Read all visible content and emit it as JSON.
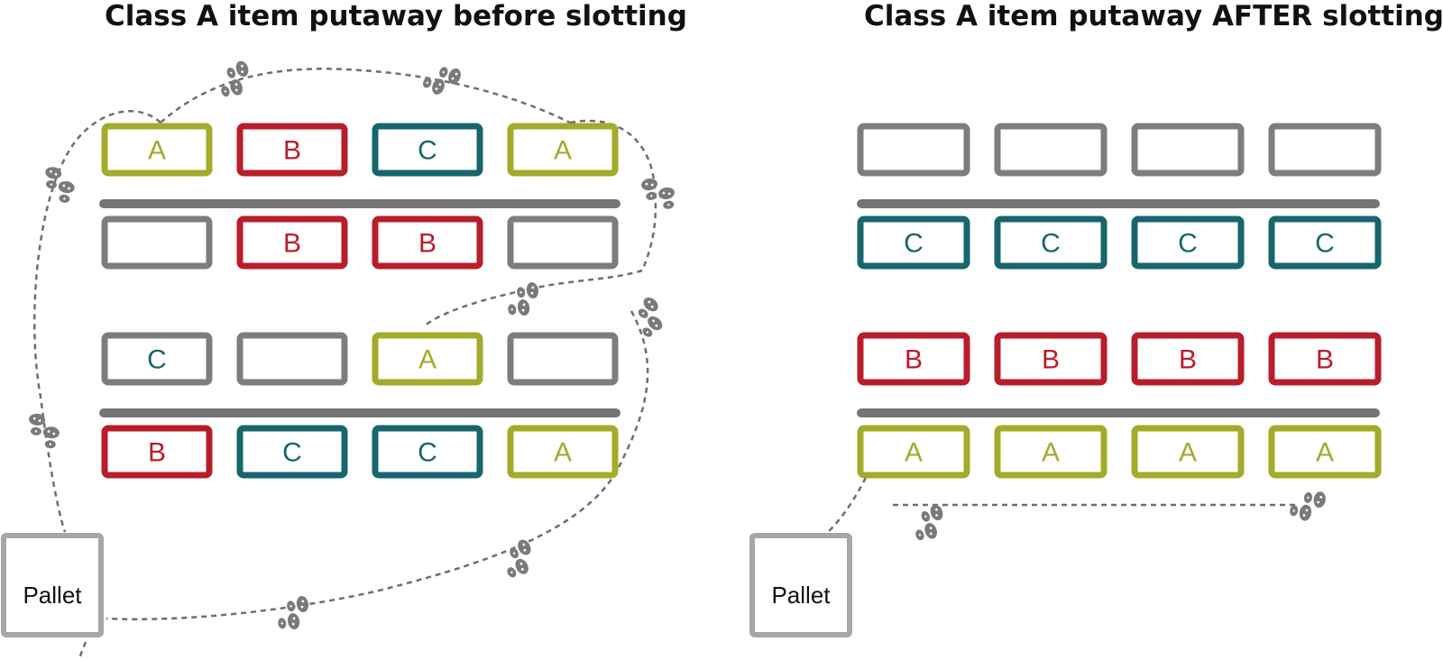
{
  "colors": {
    "A": "#a3ab2a",
    "B": "#b81d2b",
    "C": "#17666c",
    "empty": "#7d7d7f",
    "shelf": "#757577",
    "pallet": "#a7a7a9",
    "path": "#6e6e70",
    "footprint": "#7a7a7c"
  },
  "panels": [
    {
      "id": "before",
      "title": "Class A item putaway before slotting",
      "rows": [
        [
          "A",
          "B",
          "C",
          "A"
        ],
        [
          "",
          "B",
          "B",
          ""
        ],
        [
          "C",
          "",
          "A",
          ""
        ],
        [
          "B",
          "C",
          "C",
          "A"
        ]
      ],
      "row_outline": [
        [
          "A",
          "B",
          "C",
          "A"
        ],
        [
          "empty",
          "B",
          "B",
          "empty"
        ],
        [
          "empty",
          "empty",
          "A",
          "empty"
        ],
        [
          "B",
          "C",
          "C",
          "A"
        ]
      ],
      "pallet_label": "Pallet"
    },
    {
      "id": "after",
      "title": "Class A item putaway AFTER slotting",
      "rows": [
        [
          "",
          "",
          "",
          ""
        ],
        [
          "C",
          "C",
          "C",
          "C"
        ],
        [
          "B",
          "B",
          "B",
          "B"
        ],
        [
          "A",
          "A",
          "A",
          "A"
        ]
      ],
      "row_outline": [
        [
          "empty",
          "empty",
          "empty",
          "empty"
        ],
        [
          "C",
          "C",
          "C",
          "C"
        ],
        [
          "B",
          "B",
          "B",
          "B"
        ],
        [
          "A",
          "A",
          "A",
          "A"
        ]
      ],
      "pallet_label": "Pallet"
    }
  ]
}
